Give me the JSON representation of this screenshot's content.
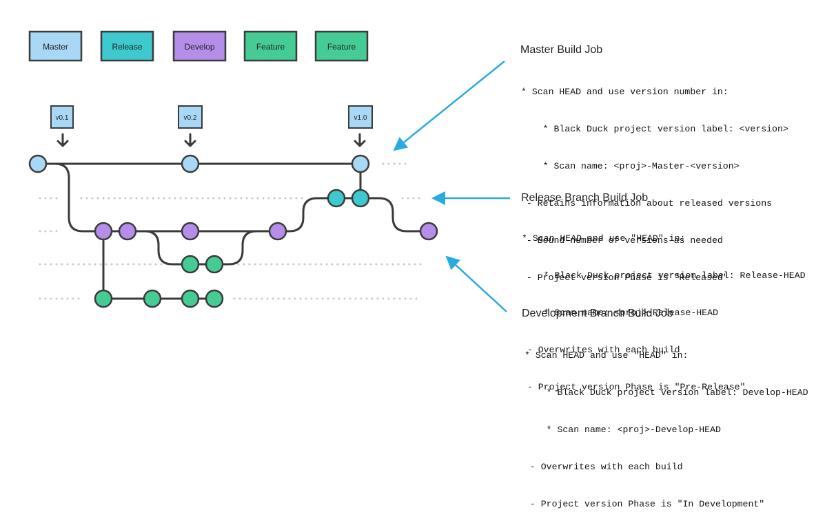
{
  "colors": {
    "master": "#a9d8f6",
    "release": "#3ec9cf",
    "develop": "#b48ee9",
    "feature": "#45cc94",
    "line": "#3a3a3a",
    "dots": "#c9c9c9",
    "arrow": "#29aae3"
  },
  "legend": [
    "Master",
    "Release",
    "Develop",
    "Feature",
    "Feature"
  ],
  "tags": [
    "v0.1",
    "v0.2",
    "v1.0"
  ],
  "jobs": [
    {
      "title": "Master Build Job",
      "lines": [
        "* Scan HEAD and use version number in:",
        "    * Black Duck project version label: <version>",
        "    * Scan name: <proj>-Master-<version>",
        " - Retains information about released versions",
        " - Bound number of versions as needed",
        " - Project version Phase is \"Released\""
      ]
    },
    {
      "title": "Release Branch Build Job",
      "lines": [
        "* Scan HEAD and use \"HEAD\" in:",
        "    * Black Duck project version label: Release-HEAD",
        "    * Scan name: <proj>-Release-HEAD",
        " - Overwrites with each build",
        " - Project version Phase is \"Pre-Release\""
      ]
    },
    {
      "title": "Development Branch Build Job",
      "lines": [
        "* Scan HEAD and use \"HEAD\" in:",
        "    * Black Duck project version label: Develop-HEAD",
        "    * Scan name: <proj>-Develop-HEAD",
        " - Overwrites with each build",
        " - Project version Phase is \"In Development\""
      ]
    }
  ]
}
